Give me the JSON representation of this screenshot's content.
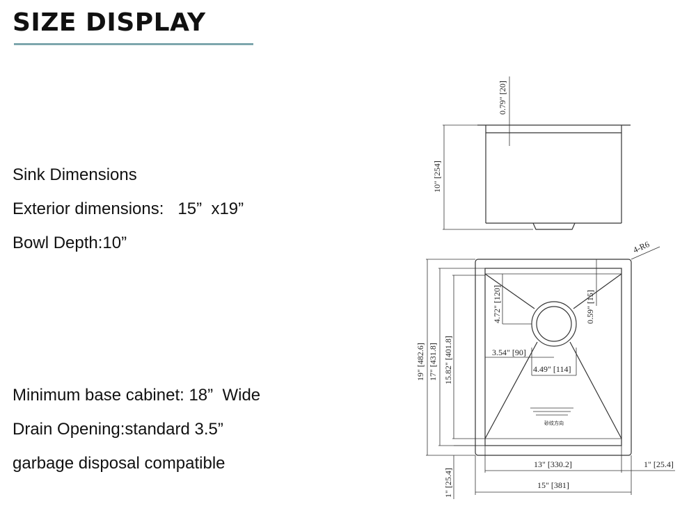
{
  "header": {
    "title": "SIZE DISPLAY",
    "accent_color": "#7da6ad"
  },
  "specs": {
    "heading": "Sink Dimensions",
    "exterior": "Exterior dimensions:   15”  x19”",
    "depth": "Bowl Depth:10”",
    "cabinet": "Minimum base cabinet: 18”  Wide",
    "drain": "Drain Opening:standard 3.5”",
    "disposal": "garbage disposal compatible"
  },
  "side_view": {
    "rim": "0.79\" [20]",
    "depth": "10\" [254]"
  },
  "top_view": {
    "corner_radius": "4-R6",
    "drain_offset_vertical": "4.72\" [120]",
    "edge_offset": "0.59\" [15]",
    "drain_offset_horizontal": "3.54\" [90]",
    "drain_diameter": "4.49\" [114]",
    "overall_length": "19\" [482.6]",
    "inner_length": "17\" [431.8]",
    "bottom_length": "15.82\" [401.8]",
    "inner_width": "13\" [330.2]",
    "flange_side": "1\" [25.4]",
    "flange_bottom": "1\" [25.4]",
    "overall_width": "15\" [381]",
    "grain_note": "砂纹方向"
  }
}
